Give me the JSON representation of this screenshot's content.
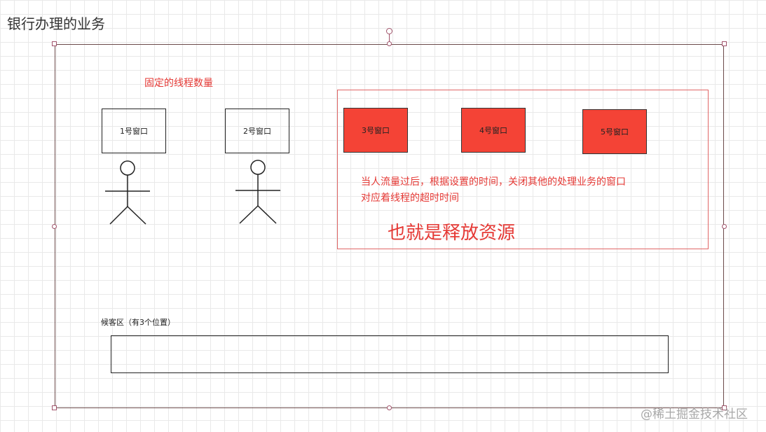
{
  "diagram": {
    "title": "银行办理的业务",
    "fixed_threads_label": "固定的线程数量",
    "windows": [
      {
        "label": "1号窗口",
        "state": "open"
      },
      {
        "label": "2号窗口",
        "state": "open"
      },
      {
        "label": "3号窗口",
        "state": "closed"
      },
      {
        "label": "4号窗口",
        "state": "closed"
      },
      {
        "label": "5号窗口",
        "state": "closed"
      }
    ],
    "description_line1": "当人流量过后，根据设置的时间，关闭其他的处理业务的窗口",
    "description_line2": "对应着线程的超时时间",
    "release_text": "也就是释放资源",
    "waiting_area_label": "候客区（有3个位置）",
    "watermark": "@稀土掘金技术社区"
  },
  "colors": {
    "closed_window_fill": "#f44336",
    "annotation_red": "#e53935",
    "frame_border": "#6b4a4a",
    "selection_handle": "#a0526a"
  }
}
